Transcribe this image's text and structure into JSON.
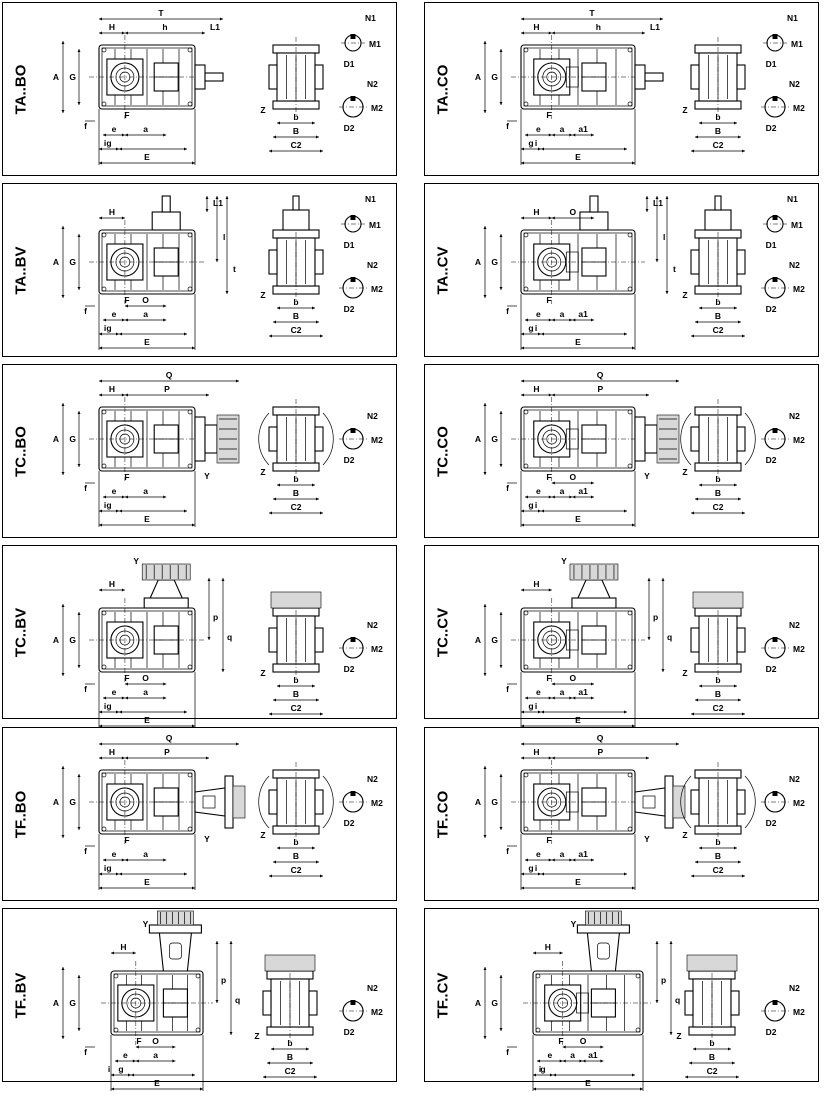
{
  "panels": [
    {
      "model": "TA..BO",
      "type": "A",
      "shaft": "O",
      "motor": "none",
      "dims": {
        "top": [
          "T",
          "H",
          "h",
          "L1"
        ],
        "left": [
          "A",
          "G",
          "f"
        ],
        "bottom": [
          "F",
          "a",
          "e",
          "g",
          "i",
          "E"
        ],
        "side": [
          "Z",
          "b",
          "B",
          "C2"
        ],
        "shaft_top": [
          "N1",
          "M1",
          "D1"
        ],
        "shaft_bottom": [
          "N2",
          "M2",
          "D2"
        ]
      }
    },
    {
      "model": "TA..CO",
      "type": "A",
      "shaft": "O",
      "motor": "none",
      "twoStage": true,
      "dims": {
        "top": [
          "T",
          "H",
          "h",
          "L1"
        ],
        "left": [
          "A",
          "G",
          "f"
        ],
        "bottom": [
          "F",
          "a",
          "a1",
          "e",
          "g",
          "i",
          "E"
        ],
        "side": [
          "Z",
          "b",
          "B",
          "C2"
        ],
        "shaft_top": [
          "N1",
          "M1",
          "D1"
        ],
        "shaft_bottom": [
          "N2",
          "M2",
          "D2"
        ]
      }
    },
    {
      "model": "TA..BV",
      "type": "A",
      "shaft": "V",
      "motor": "none",
      "dims": {
        "top": [
          "H",
          "L1",
          "l",
          "t"
        ],
        "left": [
          "A",
          "G",
          "f"
        ],
        "bottom": [
          "F",
          "O",
          "a",
          "e",
          "g",
          "i",
          "E"
        ],
        "side": [
          "Z",
          "b",
          "B",
          "C2"
        ],
        "shaft_top": [
          "N1",
          "M1",
          "D1"
        ],
        "shaft_bottom": [
          "N2",
          "M2",
          "D2"
        ]
      }
    },
    {
      "model": "TA..CV",
      "type": "A",
      "shaft": "V",
      "motor": "none",
      "twoStage": true,
      "dims": {
        "top": [
          "H",
          "O",
          "L1",
          "l",
          "t"
        ],
        "left": [
          "A",
          "G",
          "f"
        ],
        "bottom": [
          "F",
          "a",
          "a1",
          "e",
          "g",
          "i",
          "E"
        ],
        "side": [
          "Z",
          "b",
          "B",
          "C2"
        ],
        "shaft_top": [
          "N1",
          "M1",
          "D1"
        ],
        "shaft_bottom": [
          "N2",
          "M2",
          "D2"
        ]
      }
    },
    {
      "model": "TC..BO",
      "type": "C",
      "shaft": "O",
      "motor": "C",
      "dims": {
        "top": [
          "Q",
          "H",
          "P",
          "Y"
        ],
        "left": [
          "A",
          "G",
          "f"
        ],
        "bottom": [
          "F",
          "a",
          "e",
          "g",
          "i",
          "E"
        ],
        "side": [
          "Z",
          "b",
          "B",
          "C2"
        ],
        "shaft_top": [],
        "shaft_bottom": [
          "N2",
          "M2",
          "D2"
        ]
      }
    },
    {
      "model": "TC..CO",
      "type": "C",
      "shaft": "O",
      "motor": "C",
      "twoStage": true,
      "dims": {
        "top": [
          "Q",
          "H",
          "P",
          "Y"
        ],
        "left": [
          "A",
          "G",
          "f"
        ],
        "bottom": [
          "F",
          "O",
          "a",
          "a1",
          "e",
          "g",
          "i",
          "E"
        ],
        "side": [
          "Z",
          "b",
          "B",
          "C2"
        ],
        "shaft_top": [],
        "shaft_bottom": [
          "N2",
          "M2",
          "D2"
        ]
      }
    },
    {
      "model": "TC..BV",
      "type": "C",
      "shaft": "V",
      "motor": "C",
      "dims": {
        "top": [
          "Y",
          "H",
          "p",
          "q"
        ],
        "left": [
          "A",
          "G",
          "f"
        ],
        "bottom": [
          "F",
          "O",
          "a",
          "e",
          "g",
          "i",
          "E"
        ],
        "side": [
          "Z",
          "b",
          "B",
          "C2"
        ],
        "shaft_top": [],
        "shaft_bottom": [
          "N2",
          "M2",
          "D2"
        ]
      }
    },
    {
      "model": "TC..CV",
      "type": "C",
      "shaft": "V",
      "motor": "C",
      "twoStage": true,
      "dims": {
        "top": [
          "Y",
          "H",
          "p",
          "q"
        ],
        "left": [
          "A",
          "G",
          "f"
        ],
        "bottom": [
          "F",
          "O",
          "a",
          "a1",
          "e",
          "g",
          "i",
          "E"
        ],
        "side": [
          "Z",
          "b",
          "B",
          "C2"
        ],
        "shaft_top": [],
        "shaft_bottom": [
          "N2",
          "M2",
          "D2"
        ]
      }
    },
    {
      "model": "TF..BO",
      "type": "F",
      "shaft": "O",
      "motor": "F",
      "dims": {
        "top": [
          "Q",
          "H",
          "P",
          "Y"
        ],
        "left": [
          "A",
          "G",
          "f"
        ],
        "bottom": [
          "F",
          "a",
          "e",
          "g",
          "i",
          "E"
        ],
        "side": [
          "Z",
          "b",
          "B",
          "C2"
        ],
        "shaft_top": [],
        "shaft_bottom": [
          "N2",
          "M2",
          "D2"
        ]
      }
    },
    {
      "model": "TF..CO",
      "type": "F",
      "shaft": "O",
      "motor": "F",
      "twoStage": true,
      "dims": {
        "top": [
          "Q",
          "H",
          "P",
          "Y"
        ],
        "left": [
          "A",
          "G",
          "f"
        ],
        "bottom": [
          "F",
          "a",
          "a1",
          "e",
          "g",
          "i",
          "E"
        ],
        "side": [
          "Z",
          "b",
          "B",
          "C2"
        ],
        "shaft_top": [],
        "shaft_bottom": [
          "N2",
          "M2",
          "D2"
        ]
      }
    },
    {
      "model": "TF..BV",
      "type": "F",
      "shaft": "V",
      "motor": "F",
      "dims": {
        "top": [
          "Y",
          "H",
          "p",
          "q"
        ],
        "left": [
          "A",
          "G",
          "f"
        ],
        "bottom": [
          "F",
          "O",
          "a",
          "e",
          "g",
          "i",
          "E"
        ],
        "side": [
          "Z",
          "b",
          "B",
          "C2"
        ],
        "shaft_top": [],
        "shaft_bottom": [
          "N2",
          "M2",
          "D2"
        ]
      }
    },
    {
      "model": "TF..CV",
      "type": "F",
      "shaft": "V",
      "motor": "F",
      "twoStage": true,
      "dims": {
        "top": [
          "Y",
          "H",
          "p",
          "q"
        ],
        "left": [
          "A",
          "G",
          "f"
        ],
        "bottom": [
          "F",
          "O",
          "a",
          "a1",
          "e",
          "g",
          "i",
          "E"
        ],
        "side": [
          "Z",
          "b",
          "B",
          "C2"
        ],
        "shaft_top": [],
        "shaft_bottom": [
          "N2",
          "M2",
          "D2"
        ]
      }
    }
  ]
}
